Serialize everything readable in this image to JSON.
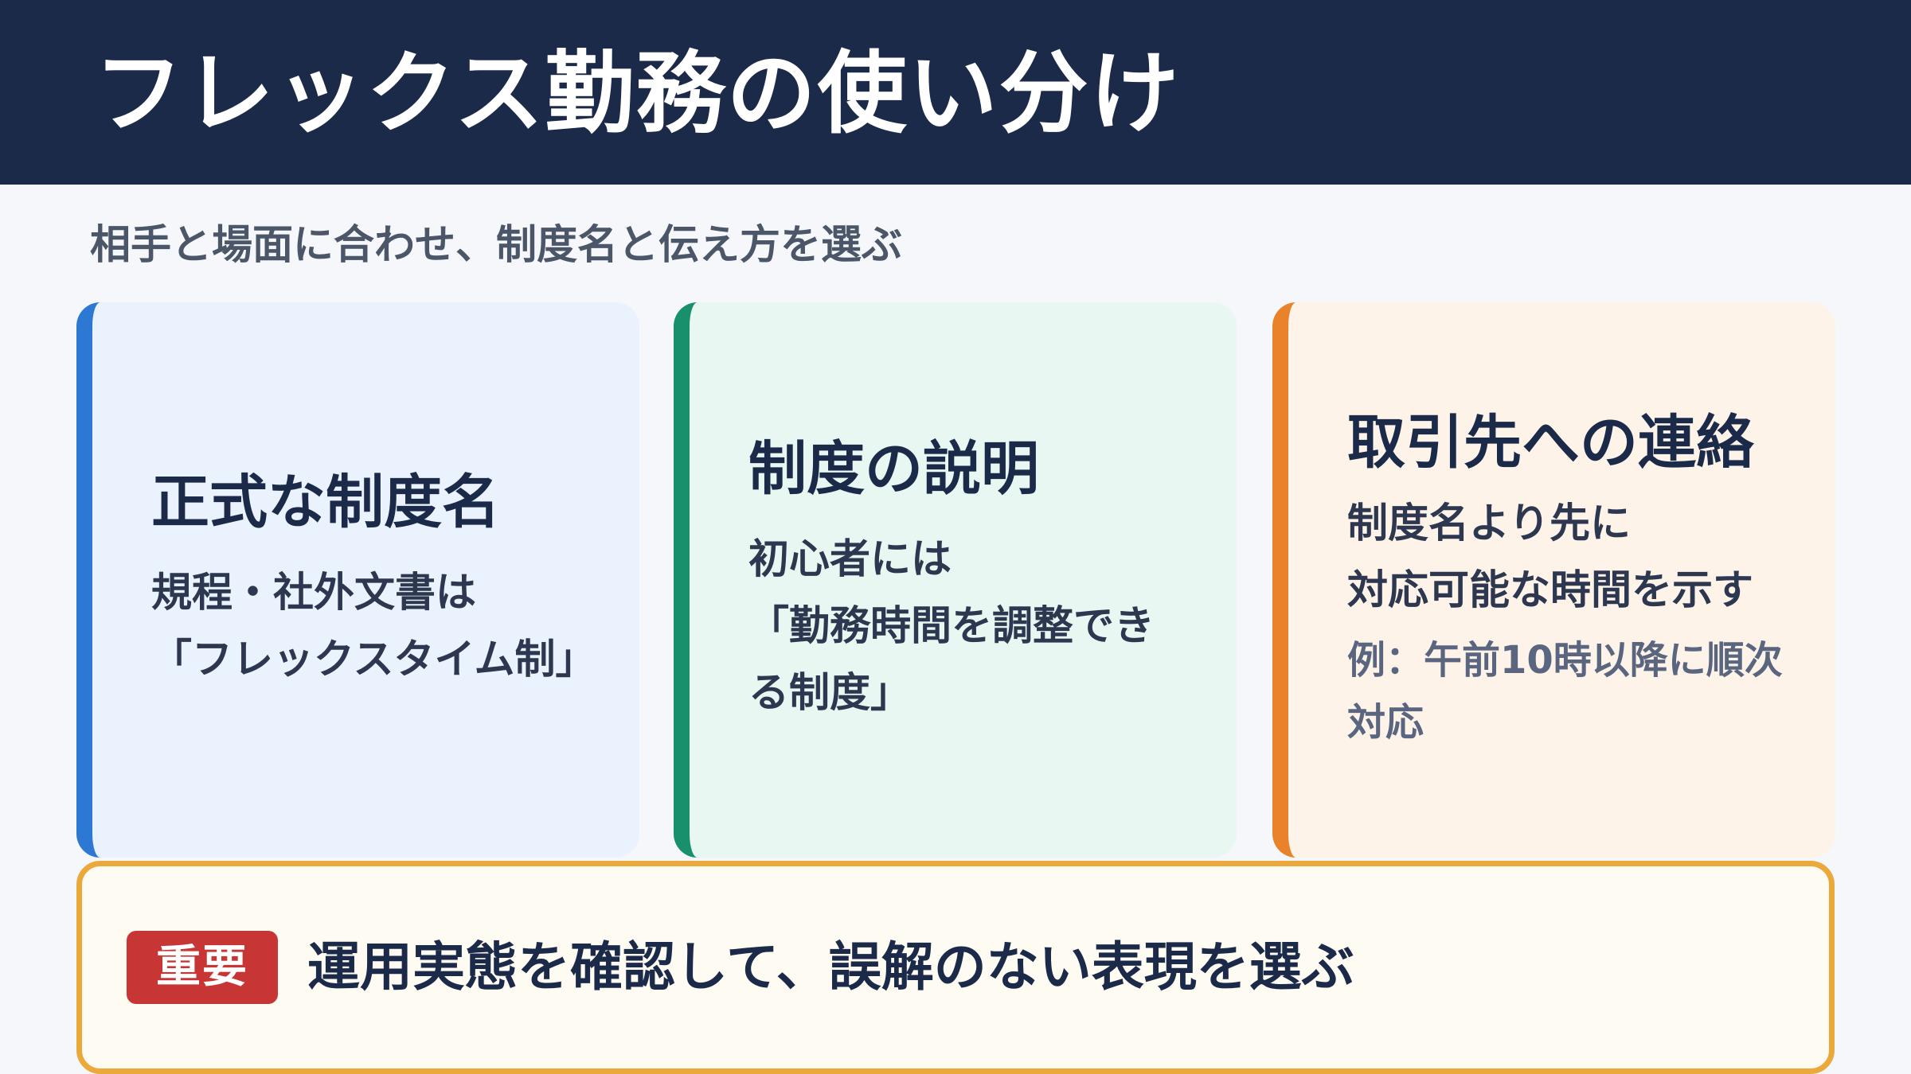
{
  "header": {
    "title": "フレックス勤務の使い分け"
  },
  "subtitle": "相手と場面に合わせ、制度名と伝え方を選ぶ",
  "cards": [
    {
      "title": "正式な制度名",
      "body_lines": [
        "規程・社外文書は",
        "「フレックスタイム制」"
      ],
      "accent_color": "#2d78d3"
    },
    {
      "title": "制度の説明",
      "body_lines": [
        "初心者には",
        "「勤務時間を調整でき",
        "る制度」"
      ],
      "accent_color": "#17906b"
    },
    {
      "title": "取引先への連絡",
      "body_lines": [
        "制度名より先に",
        "対応可能な時間を示す"
      ],
      "note_lines": [
        "例：午前10時以降に順次",
        "対応"
      ],
      "accent_color": "#e8832b"
    }
  ],
  "important": {
    "badge": "重要",
    "text": "運用実態を確認して、誤解のない表現を選ぶ",
    "badge_color": "#c73535",
    "border_color": "#eaa93a"
  }
}
